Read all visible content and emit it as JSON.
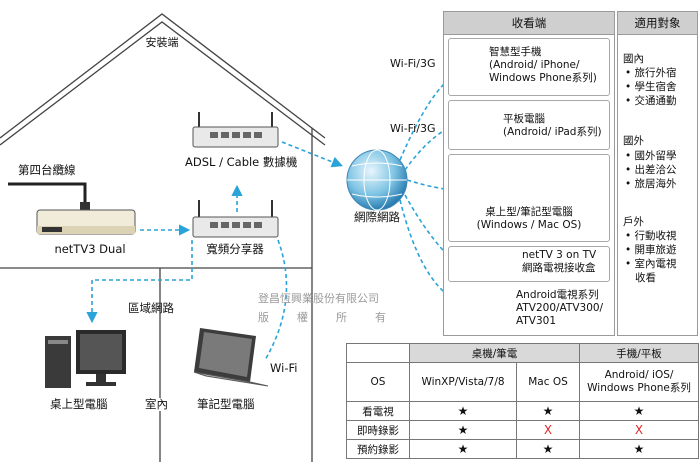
{
  "house": {
    "roof_label": "安裝端",
    "cable_label": "第四台纜線",
    "lan_label": "區域網路",
    "room_label": "室內",
    "wifi_label": "Wi-Fi"
  },
  "devices": {
    "adsl_modem": "ADSL / Cable 數據機",
    "nettv_dual": "netTV3 Dual",
    "router": "寬頻分享器",
    "desktop": "桌上型電腦",
    "laptop": "筆記型電腦",
    "internet": "網際網路"
  },
  "links": {
    "wifi_3g_1": "Wi-Fi/3G",
    "wifi_3g_2": "Wi-Fi/3G"
  },
  "receivers": {
    "title": "收看端",
    "items": [
      {
        "lines": [
          "智慧型手機",
          "(Android/ iPhone/",
          "Windows Phone系列)"
        ]
      },
      {
        "lines": [
          "平板電腦",
          "(Android/ iPad系列)"
        ]
      },
      {
        "lines": [
          "桌上型/筆記型電腦",
          "(Windows / Mac OS)"
        ]
      },
      {
        "lines": [
          "netTV 3 on TV",
          "網路電視接收盒"
        ]
      },
      {
        "lines": [
          "Android電視系列",
          "ATV200/ATV300/",
          "ATV301"
        ]
      }
    ]
  },
  "audience": {
    "title": "適用對象",
    "sections": [
      {
        "heading": "國內",
        "items": [
          "旅行外宿",
          "學生宿舍",
          "交通通勤"
        ]
      },
      {
        "heading": "國外",
        "items": [
          "國外留學",
          "出差洽公",
          "旅居海外"
        ]
      },
      {
        "heading": "戶外",
        "items": [
          "行動收視",
          "開車旅遊",
          "室內電視",
          "收看"
        ]
      }
    ]
  },
  "watermark": {
    "line1": "登昌恆興業股份有限公司",
    "line2": [
      "版",
      "權",
      "所",
      "有"
    ]
  },
  "compat_table": {
    "group_headers": [
      "桌機/筆電",
      "手機/平板"
    ],
    "columns": [
      "OS",
      "WinXP/Vista/7/8",
      "Mac OS",
      "Android/ iOS/ Windows Phone系列"
    ],
    "rows": [
      {
        "feature": "看電視",
        "cells": [
          "★",
          "★",
          "★"
        ]
      },
      {
        "feature": "即時錄影",
        "cells": [
          "★",
          "X",
          "X"
        ]
      },
      {
        "feature": "預約錄影",
        "cells": [
          "★",
          "★",
          "★"
        ]
      }
    ],
    "colors": {
      "star": "#111111",
      "cross": "#e0262a",
      "header_bg": "#d9d9d9"
    }
  },
  "colors": {
    "arrow": "#2aa3d8",
    "panel_header": "#cfcfcf"
  }
}
